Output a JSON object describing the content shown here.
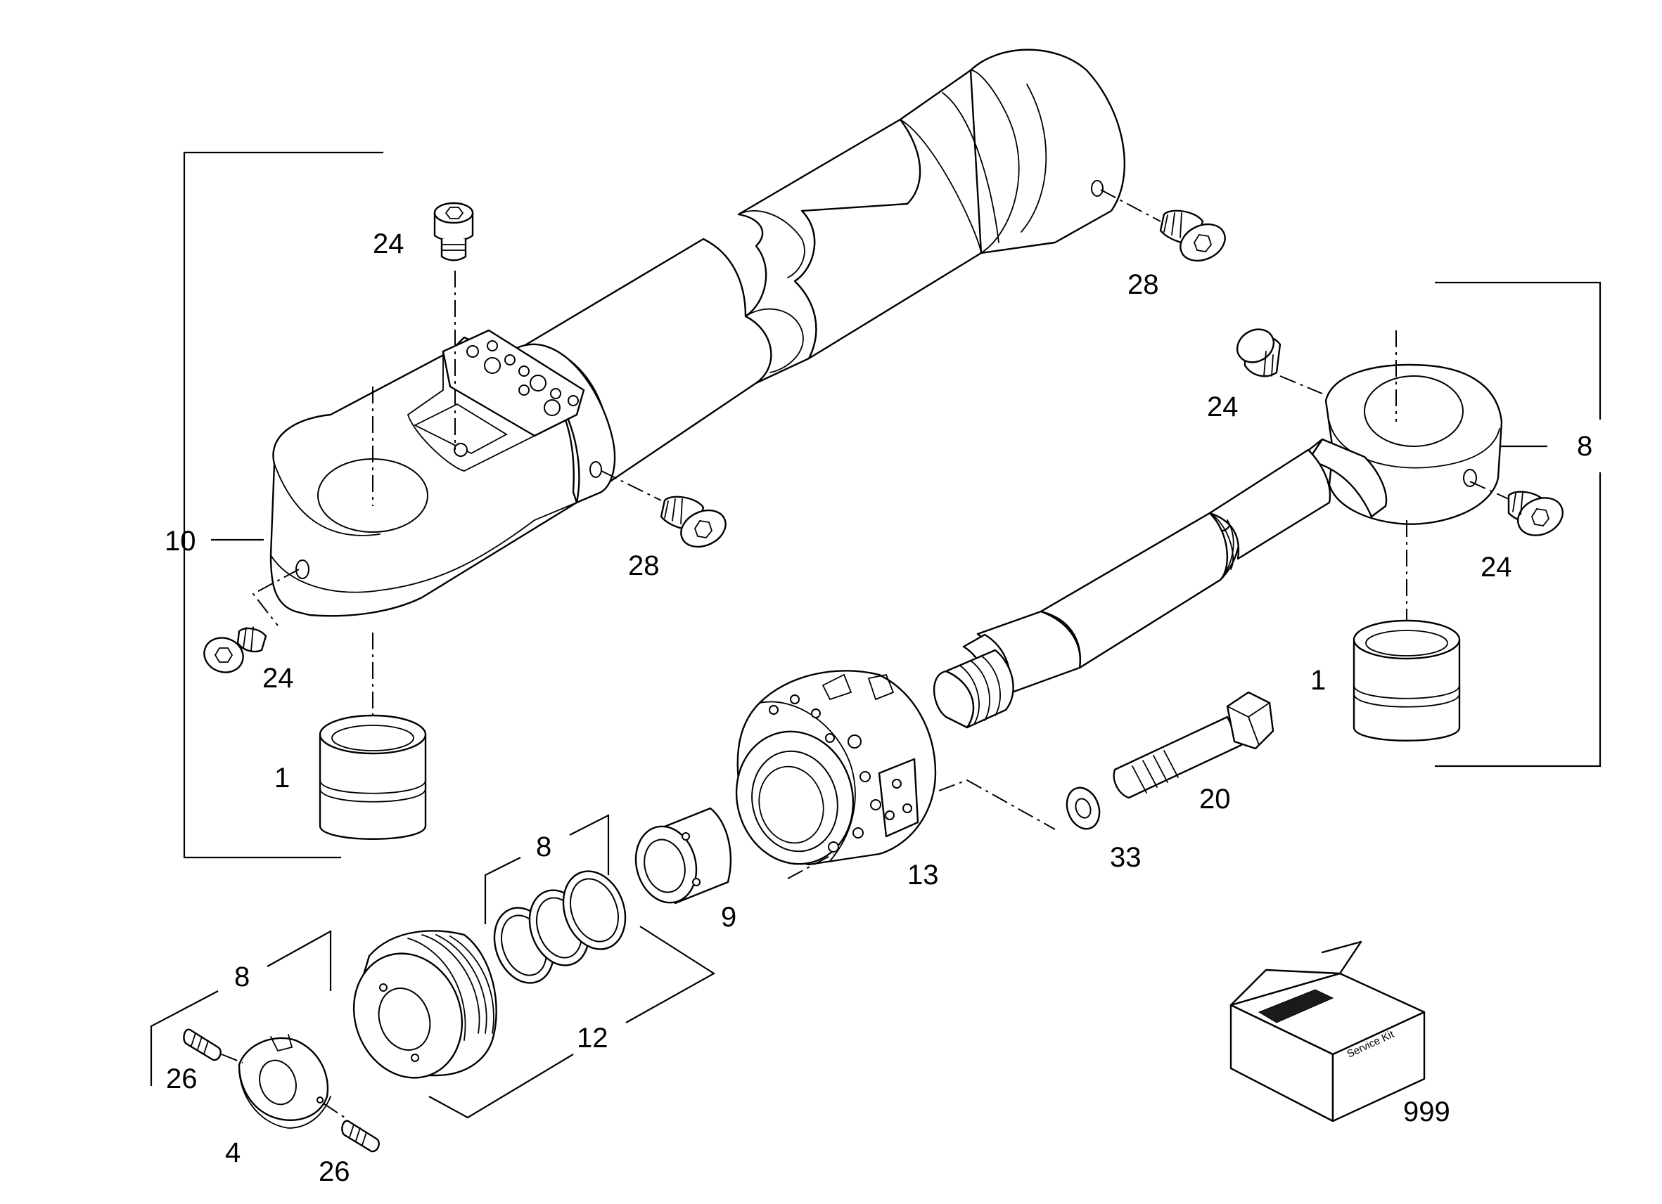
{
  "labels": {
    "l10": "10",
    "l24_top": "24",
    "l28_top": "28",
    "l28_mid": "28",
    "l24_left": "24",
    "l1_left": "1",
    "l8_right": "8",
    "l24_rod_top": "24",
    "l24_rod_right": "24",
    "l1_right": "1",
    "l20": "20",
    "l33": "33",
    "l13": "13",
    "l9": "9",
    "l8_seals": "8",
    "l12": "12",
    "l8_nut": "8",
    "l26_top": "26",
    "l26_bottom": "26",
    "l4": "4",
    "l999": "999"
  },
  "service_kit": {
    "box_text": "Service Kit"
  }
}
